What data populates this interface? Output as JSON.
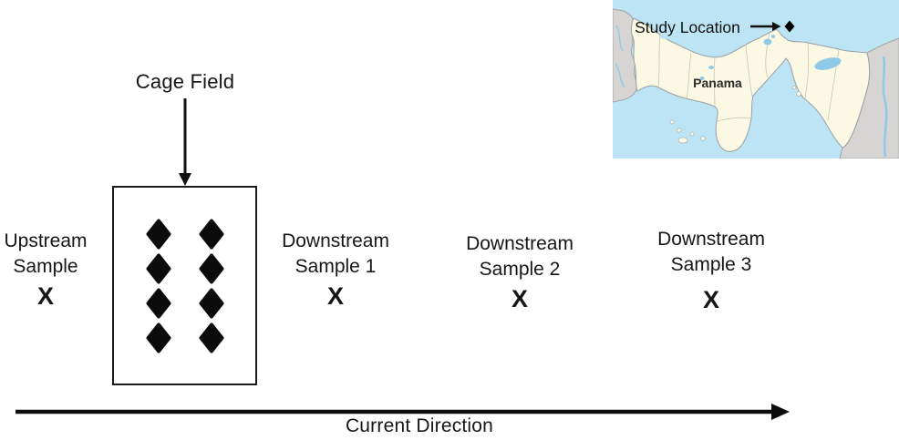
{
  "diagram": {
    "cage_label": "Cage Field",
    "cage": {
      "rows": 4,
      "columns": 2
    },
    "samples": [
      {
        "name": "upstream-sample",
        "line1": "Upstream",
        "line2": "Sample",
        "marker": "X"
      },
      {
        "name": "downstream-sample-1",
        "line1": "Downstream",
        "line2": "Sample 1",
        "marker": "X"
      },
      {
        "name": "downstream-sample-2",
        "line1": "Downstream",
        "line2": "Sample 2",
        "marker": "X"
      },
      {
        "name": "downstream-sample-3",
        "line1": "Downstream",
        "line2": "Sample 3",
        "marker": "X"
      }
    ],
    "current_label": "Current Direction"
  },
  "map_inset": {
    "study_location_label": "Study Location",
    "country_label": "Panama",
    "colors": {
      "ocean": "#bde4f4",
      "panama_land": "#fbf8e4",
      "neighbor_land": "#d7d4d4",
      "inland_water": "#8fcbe8",
      "coast_stroke": "#a3a3a3",
      "province_stroke": "#c9c7ae",
      "marker": "#000000"
    }
  }
}
